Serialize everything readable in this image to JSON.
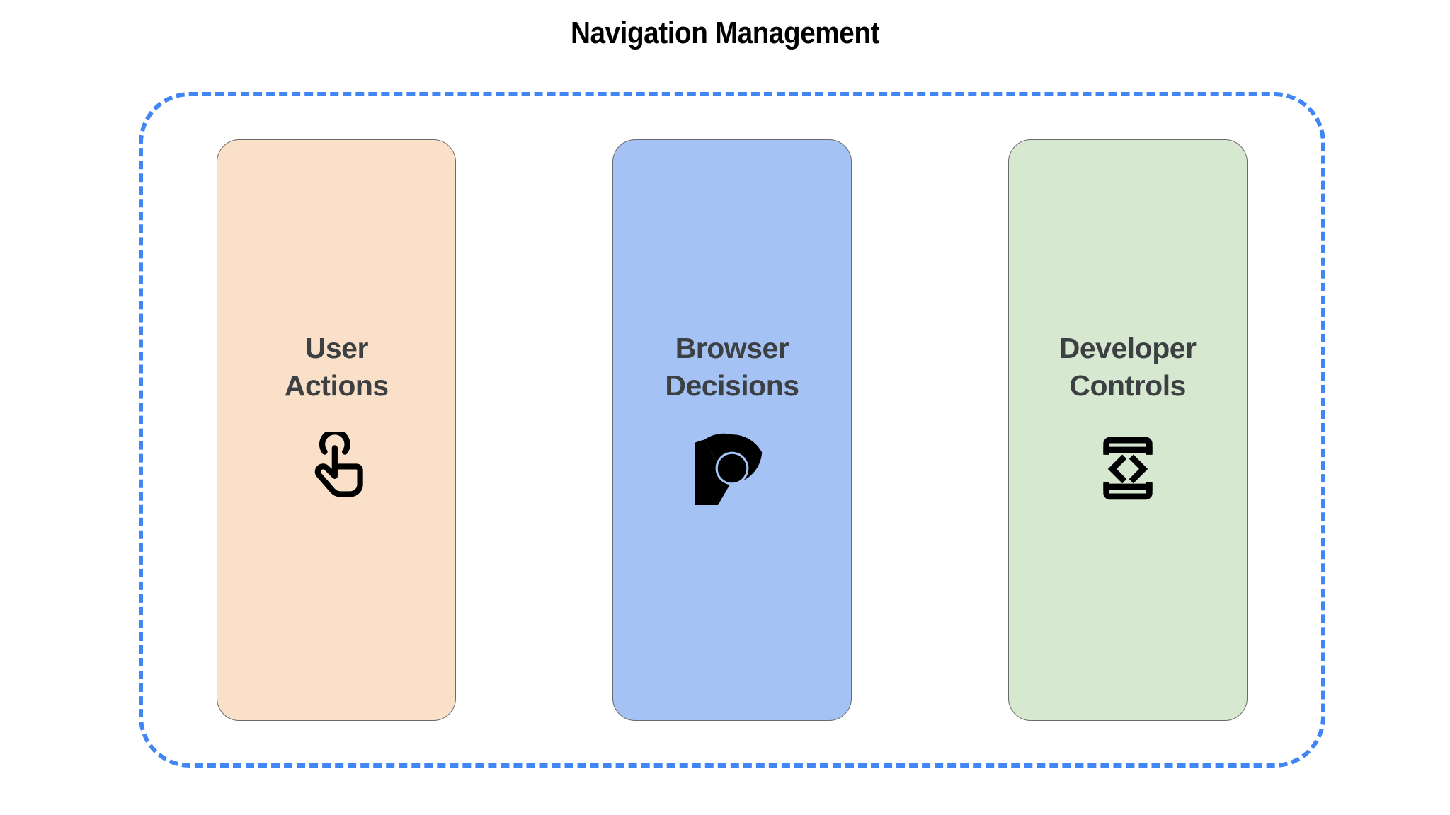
{
  "page": {
    "title": "Navigation Management",
    "background_color": "#FFFFFF"
  },
  "container": {
    "border_style": "dashed",
    "border_color": "#4285F4"
  },
  "cards": [
    {
      "label": "User\nActions",
      "label_line1": "User",
      "label_line2": "Actions",
      "background_color": "#FAE0C8",
      "text_color": "#3C4043",
      "border_color": "#6B6B6B",
      "icon_name": "touch-app-icon",
      "icon_color": "#000000"
    },
    {
      "label": "Browser\nDecisions",
      "label_line1": "Browser",
      "label_line2": "Decisions",
      "background_color": "#A4C2F4",
      "text_color": "#3C4043",
      "border_color": "#6B6B6B",
      "icon_name": "chrome-logo-icon",
      "icon_color": "#000000"
    },
    {
      "label": "Developer\nControls",
      "label_line1": "Developer",
      "label_line2": "Controls",
      "background_color": "#D7E8D0",
      "text_color": "#3C4043",
      "border_color": "#6B6B6B",
      "icon_name": "developer-mode-icon",
      "icon_color": "#000000"
    }
  ]
}
